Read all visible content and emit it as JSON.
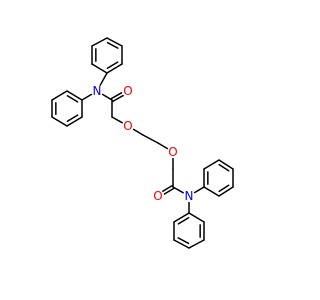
{
  "molecule": {
    "colors": {
      "bond": "#000000",
      "oxygen": "#ff0000",
      "nitrogen": "#0000ff",
      "background": "#ffffff"
    },
    "atoms": [
      {
        "id": "ph1a",
        "el": "C"
      },
      {
        "id": "ph1b",
        "el": "C"
      },
      {
        "id": "ph1c",
        "el": "C"
      },
      {
        "id": "ph1d",
        "el": "C"
      },
      {
        "id": "ph1e",
        "el": "C"
      },
      {
        "id": "ph1f",
        "el": "C"
      },
      {
        "id": "ph2a",
        "el": "C"
      },
      {
        "id": "ph2b",
        "el": "C"
      },
      {
        "id": "ph2c",
        "el": "C"
      },
      {
        "id": "ph2d",
        "el": "C"
      },
      {
        "id": "ph2e",
        "el": "C"
      },
      {
        "id": "ph2f",
        "el": "C"
      },
      {
        "id": "N1",
        "el": "N",
        "label": "N"
      },
      {
        "id": "C1",
        "el": "C"
      },
      {
        "id": "O1",
        "el": "O",
        "label": "O"
      },
      {
        "id": "C2",
        "el": "C"
      },
      {
        "id": "O2",
        "el": "O",
        "label": "O"
      },
      {
        "id": "C3",
        "el": "C"
      },
      {
        "id": "C4",
        "el": "C"
      },
      {
        "id": "O3",
        "el": "O",
        "label": "O"
      },
      {
        "id": "C5",
        "el": "C"
      },
      {
        "id": "C6",
        "el": "C"
      },
      {
        "id": "O4",
        "el": "O",
        "label": "O"
      },
      {
        "id": "N2",
        "el": "N",
        "label": "N"
      },
      {
        "id": "ph3a",
        "el": "C"
      },
      {
        "id": "ph3b",
        "el": "C"
      },
      {
        "id": "ph3c",
        "el": "C"
      },
      {
        "id": "ph3d",
        "el": "C"
      },
      {
        "id": "ph3e",
        "el": "C"
      },
      {
        "id": "ph3f",
        "el": "C"
      },
      {
        "id": "ph4a",
        "el": "C"
      },
      {
        "id": "ph4b",
        "el": "C"
      },
      {
        "id": "ph4c",
        "el": "C"
      },
      {
        "id": "ph4d",
        "el": "C"
      },
      {
        "id": "ph4e",
        "el": "C"
      },
      {
        "id": "ph4f",
        "el": "C"
      }
    ],
    "bonds": [
      [
        "ph1a",
        "ph1b",
        2
      ],
      [
        "ph1b",
        "ph1c",
        1
      ],
      [
        "ph1c",
        "ph1d",
        2
      ],
      [
        "ph1d",
        "ph1e",
        1
      ],
      [
        "ph1e",
        "ph1f",
        2
      ],
      [
        "ph1f",
        "ph1a",
        1
      ],
      [
        "ph1d",
        "N1",
        1
      ],
      [
        "ph2a",
        "ph2b",
        2
      ],
      [
        "ph2b",
        "ph2c",
        1
      ],
      [
        "ph2c",
        "ph2d",
        2
      ],
      [
        "ph2d",
        "ph2e",
        1
      ],
      [
        "ph2e",
        "ph2f",
        2
      ],
      [
        "ph2f",
        "ph2a",
        1
      ],
      [
        "ph2a",
        "N1",
        1
      ],
      [
        "N1",
        "C1",
        1
      ],
      [
        "C1",
        "O1",
        2
      ],
      [
        "C1",
        "C2",
        1
      ],
      [
        "C2",
        "O2",
        1
      ],
      [
        "O2",
        "C3",
        1
      ],
      [
        "C3",
        "C4",
        1
      ],
      [
        "C4",
        "O3",
        1
      ],
      [
        "O3",
        "C5",
        1
      ],
      [
        "C5",
        "C6",
        1
      ],
      [
        "C6",
        "O4",
        2
      ],
      [
        "C6",
        "N2",
        1
      ],
      [
        "N2",
        "ph3a",
        1
      ],
      [
        "ph3a",
        "ph3b",
        2
      ],
      [
        "ph3b",
        "ph3c",
        1
      ],
      [
        "ph3c",
        "ph3d",
        2
      ],
      [
        "ph3d",
        "ph3e",
        1
      ],
      [
        "ph3e",
        "ph3f",
        2
      ],
      [
        "ph3f",
        "ph3a",
        1
      ],
      [
        "N2",
        "ph4a",
        1
      ],
      [
        "ph4a",
        "ph4b",
        2
      ],
      [
        "ph4b",
        "ph4c",
        1
      ],
      [
        "ph4c",
        "ph4d",
        2
      ],
      [
        "ph4d",
        "ph4e",
        1
      ],
      [
        "ph4e",
        "ph4f",
        2
      ],
      [
        "ph4f",
        "ph4a",
        1
      ]
    ]
  }
}
